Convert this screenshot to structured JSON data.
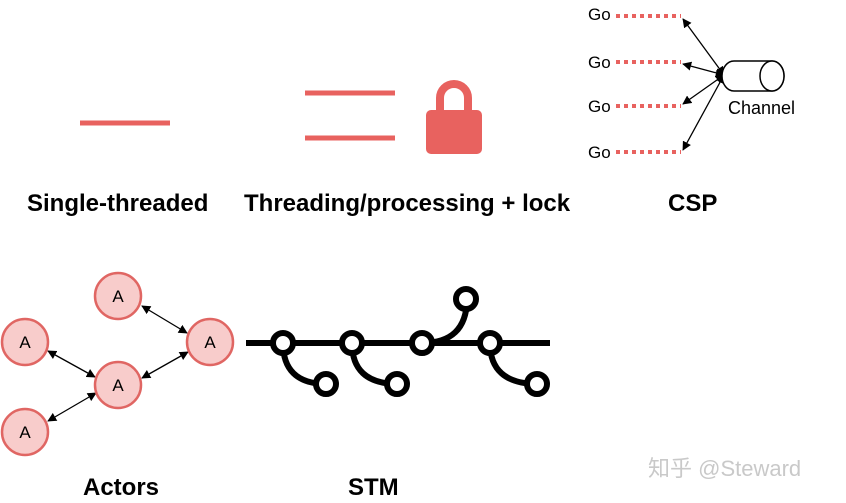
{
  "colors": {
    "accent": "#e8625f",
    "actor_fill": "#f8cccb",
    "actor_stroke": "#e06663",
    "ink": "#000000",
    "watermark": "#c9c9c9"
  },
  "panels": {
    "single": {
      "title": "Single-threaded"
    },
    "threading": {
      "title": "Threading/processing + lock",
      "icon": "lock-icon"
    },
    "csp": {
      "title": "CSP",
      "goroutines": [
        "Go",
        "Go",
        "Go",
        "Go"
      ],
      "channel_label": "Channel"
    },
    "actors": {
      "title": "Actors",
      "nodes": [
        "A",
        "A",
        "A",
        "A",
        "A"
      ]
    },
    "stm": {
      "title": "STM"
    }
  },
  "watermark": "知乎 @Steward"
}
